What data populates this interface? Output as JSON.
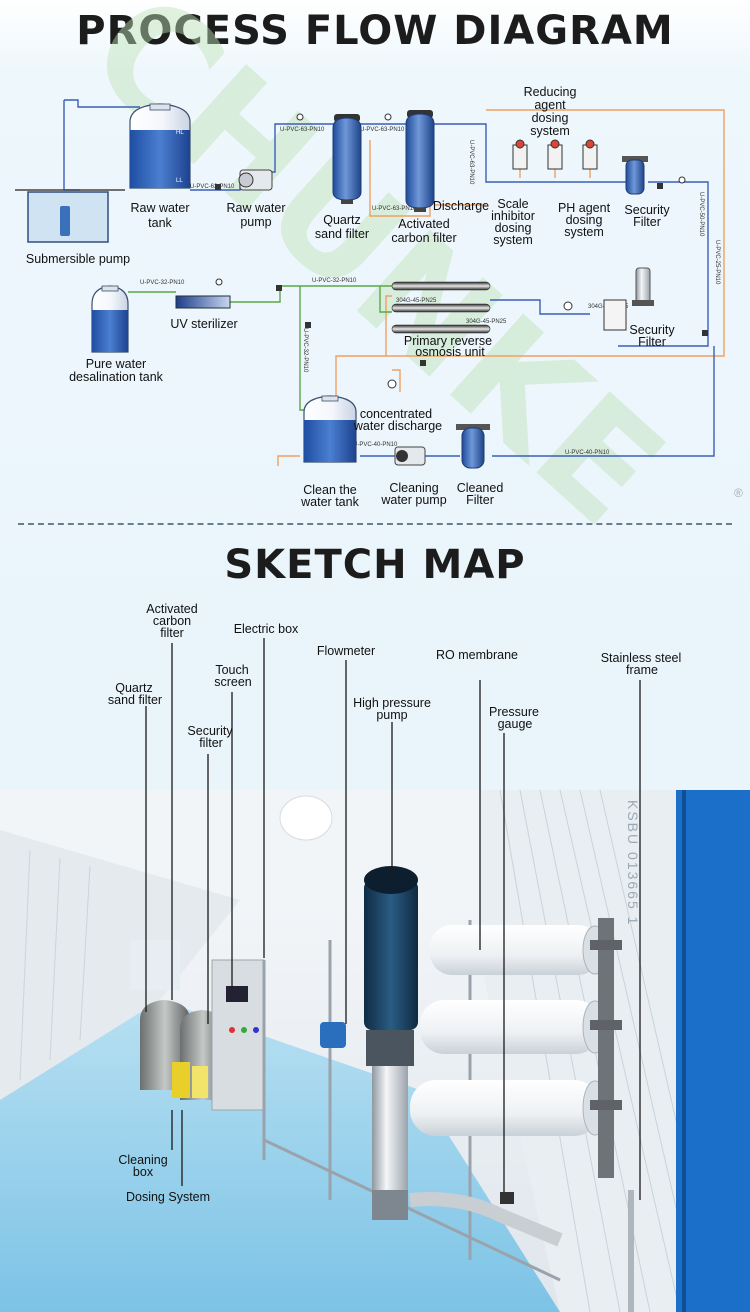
{
  "titles": {
    "process_flow": "PROCESS FLOW DIAGRAM",
    "sketch_map": "SKETCH MAP"
  },
  "watermark": "CHUNKE",
  "registered_mark": "®",
  "diagram_labels": {
    "submersible_pump": "Submersible pump",
    "raw_water_tank": [
      "Raw water",
      "tank"
    ],
    "raw_water_pump": [
      "Raw water",
      "pump"
    ],
    "quartz_sand_filter": [
      "Quartz",
      "sand filter"
    ],
    "activated_carbon_filter": [
      "Activated",
      "carbon filter"
    ],
    "discharge": "Discharge",
    "reducing_agent": [
      "Reducing",
      "agent",
      "dosing",
      "system"
    ],
    "scale_inhibitor": [
      "Scale",
      "inhibitor",
      "dosing",
      "system"
    ],
    "ph_agent": [
      "PH agent",
      "dosing",
      "system"
    ],
    "security_filter_1": [
      "Security",
      "Filter"
    ],
    "pure_water_tank": [
      "Pure water",
      "desalination tank"
    ],
    "uv_sterilizer": "UV sterilizer",
    "security_filter_2": [
      "Security",
      "Filter"
    ],
    "primary_ro": [
      "Primary reverse",
      "osmosis unit"
    ],
    "concentrated_discharge": [
      "concentrated",
      "water discharge"
    ],
    "clean_water_tank": [
      "Clean the",
      "water tank"
    ],
    "cleaning_pump": [
      "Cleaning",
      "water pump"
    ],
    "cleaned_filter": [
      "Cleaned",
      "Filter"
    ]
  },
  "pipe_labels": {
    "p1": "U-PVC-63-PN10",
    "p2": "U-PVC-63-PN10",
    "p3": "U-PVC-63-PN10",
    "p4": "U-PVC-63-PN10",
    "p5": "U-PVC-63-PN10",
    "p6": "U-PVC-32-PN10",
    "p7": "U-PVC-32-PN10",
    "p8": "304G-45-PN25",
    "p9": "304G-45-PN25",
    "p10": "304G-45-PN25",
    "p11": "U-PVC-50-PN10",
    "p12": "U-PVC-25-PN10",
    "p13": "U-PVC-40-PN10",
    "p14": "U-PVC-40-PN10",
    "p15": "U-PVC-32-PN10",
    "tank_hl": "HL",
    "tank_ll": "LL"
  },
  "sketch_labels": {
    "activated_carbon_filter": [
      "Activated",
      "carbon",
      "filter"
    ],
    "electric_box": "Electric box",
    "quartz_sand_filter": [
      "Quartz",
      "sand filter"
    ],
    "touch_screen": [
      "Touch",
      "screen"
    ],
    "security_filter": [
      "Security",
      "filter"
    ],
    "flowmeter": "Flowmeter",
    "ro_membrane": "RO membrane",
    "high_pressure_pump": [
      "High pressure",
      "pump"
    ],
    "pressure_gauge": [
      "Pressure",
      "gauge"
    ],
    "stainless_steel_frame": [
      "Stainless steel",
      "frame"
    ],
    "cleaning_box": [
      "Cleaning",
      "box"
    ],
    "dosing_system": "Dosing System"
  },
  "container_marking": "KSBU 013665 1",
  "colors": {
    "pipe_blue": "#3b5fb8",
    "pipe_orange": "#f0a060",
    "pipe_green": "#5aa84a",
    "tank_blue": "#2f62b4",
    "container_white": "#eef2f5",
    "floor_blue": "#9ed3ec"
  }
}
